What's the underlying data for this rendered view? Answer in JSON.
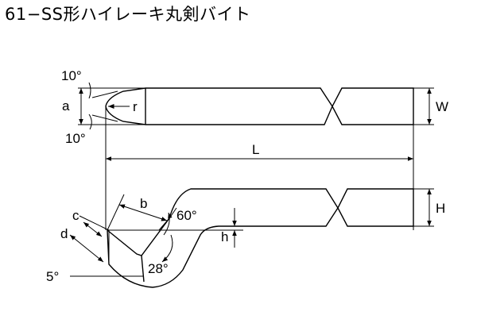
{
  "title": "61−SS形ハイレーキ丸剣バイト",
  "top_view": {
    "angle_top": "10°",
    "angle_bottom": "10°",
    "dim_a": "a",
    "dim_r": "r",
    "dim_w": "W"
  },
  "length": {
    "dim_l": "L"
  },
  "side_view": {
    "dim_b": "b",
    "angle_60": "60°",
    "dim_h_small": "h",
    "dim_h": "H",
    "dim_c": "c",
    "dim_d": "d",
    "angle_28": "28°",
    "angle_5": "5°"
  }
}
